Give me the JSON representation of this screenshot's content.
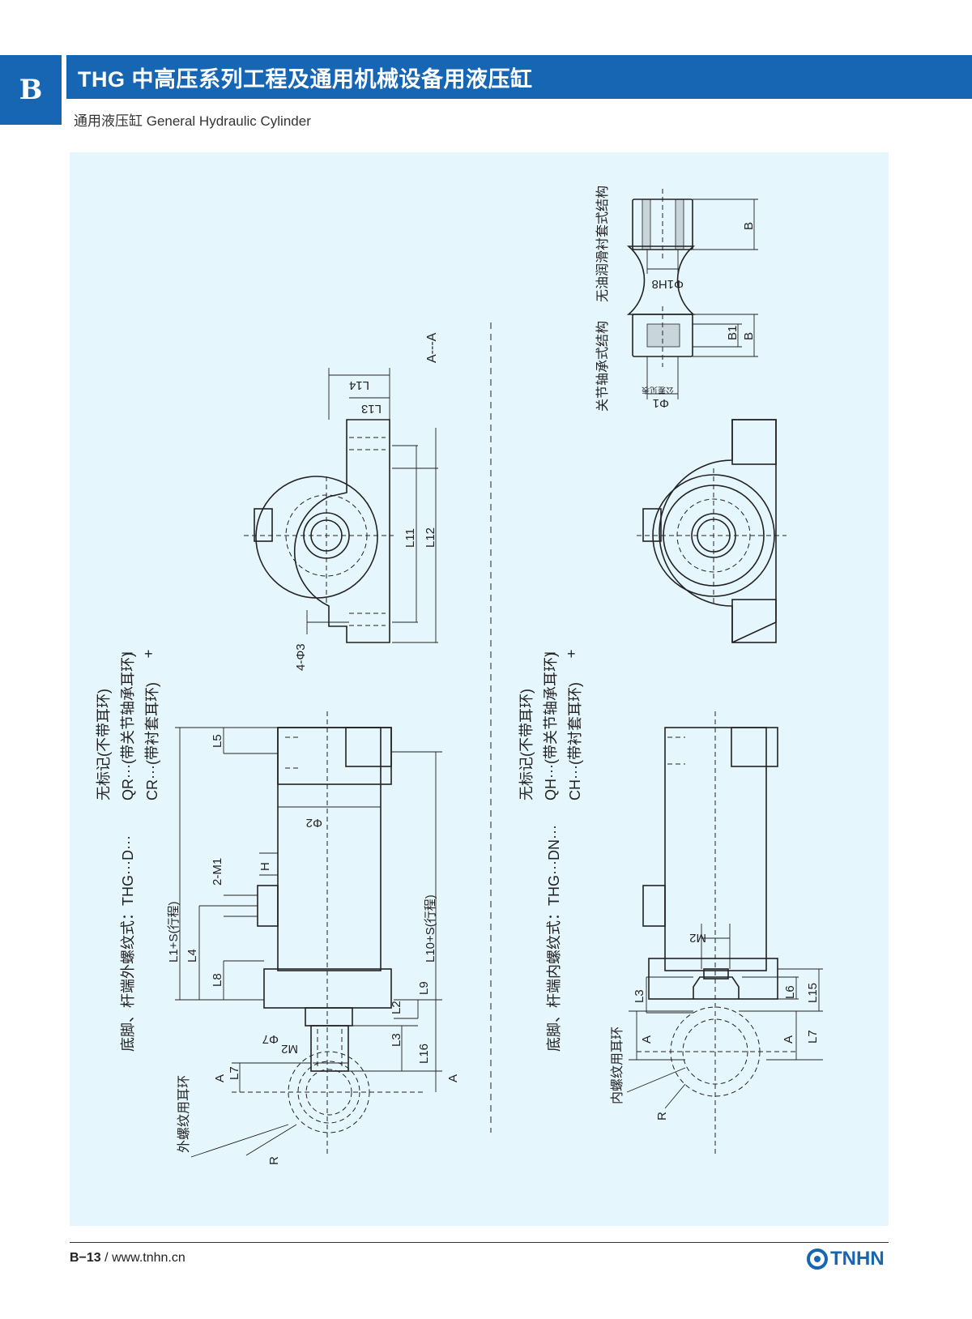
{
  "section": {
    "letter": "B"
  },
  "header": {
    "title": "THG 中高压系列工程及通用机械设备用液压缸"
  },
  "subtitle": "通用液压缸 General Hydraulic Cylinder",
  "drawing": {
    "left": {
      "heading": "底脚、杆端外螺纹式：THG···D···",
      "opt1_mark": "－",
      "opt1": "无标记(不带耳环)",
      "opt2_mark": "",
      "opt2": "QR···(带关节轴承耳环)",
      "opt3_mark": "+",
      "opt3": "CR···(带衬套耳环)",
      "L1S": "L1+S(行程)",
      "L10S": "L10+S(行程)",
      "L5": "L5",
      "L4": "L4",
      "L8": "L8",
      "M1": "2-M1",
      "H": "H",
      "phi2": "Φ2",
      "phi7": "Φ7",
      "M2": "M2",
      "L2": "L2",
      "L3": "L3",
      "L9": "L9",
      "L16": "L16",
      "L7": "L7",
      "A": "A",
      "R": "R",
      "ring_label": "外螺纹用耳环"
    },
    "section_aa": {
      "title": "A---A",
      "L14": "L14",
      "L13": "L13",
      "L11": "L11",
      "L12": "L12",
      "phi3": "4-Φ3"
    },
    "right": {
      "heading": "底脚、杆端内螺纹式：THG···DN···",
      "opt1_mark": "－",
      "opt1": "无标记(不带耳环)",
      "opt2_mark": "",
      "opt2": "QH···(带关节轴承耳环)",
      "opt3_mark": "+",
      "opt3": "CH···(带衬套耳环)",
      "M2": "M2",
      "L3": "L3",
      "L6": "L6",
      "L15": "L15",
      "L7": "L7",
      "A": "A",
      "R": "R",
      "ring_label": "内螺纹用耳环"
    },
    "bearing": {
      "title1": "关节轴承式结构",
      "title2": "无油润滑衬套式结构",
      "phi1": "Φ1",
      "tol": "公差见表",
      "B1": "B1",
      "B": "B",
      "phi1h8": "Φ1H8"
    }
  },
  "footer": {
    "page": "B−13",
    "sep": "/",
    "url": "www.tnhn.cn",
    "brand": "TNHN"
  },
  "colors": {
    "brand_blue": "#1666b3",
    "panel_bg": "#e6f6fd",
    "line": "#222222"
  }
}
